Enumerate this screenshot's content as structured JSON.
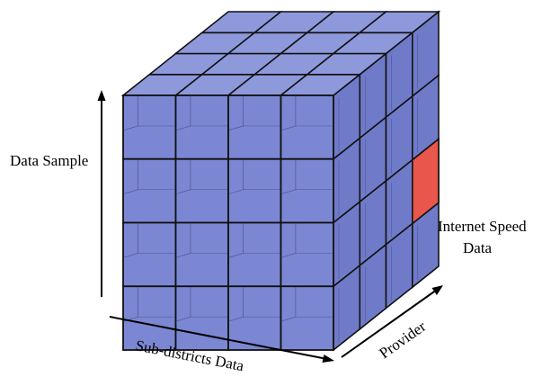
{
  "diagram": {
    "kind": "data cube",
    "grid": {
      "columns": 4,
      "rows": 4,
      "depth": 4
    },
    "highlighted_cell": {
      "column": "last",
      "row": 3,
      "depth": "last"
    },
    "colors": {
      "cell_fill": "#7b87d3",
      "cell_fill_top": "#8e99dc",
      "cell_fill_side": "#6f7bc9",
      "cell_edge": "#111111",
      "highlight_fill": "#e8564c",
      "axis_color": "#000000",
      "background": "#ffffff"
    }
  },
  "labels": {
    "vertical_axis": "Data Sample",
    "horizontal_axis": "Sub-districts Data",
    "depth_axis": "Provider",
    "highlight_line1": "Internet Speed",
    "highlight_line2": "Data"
  }
}
